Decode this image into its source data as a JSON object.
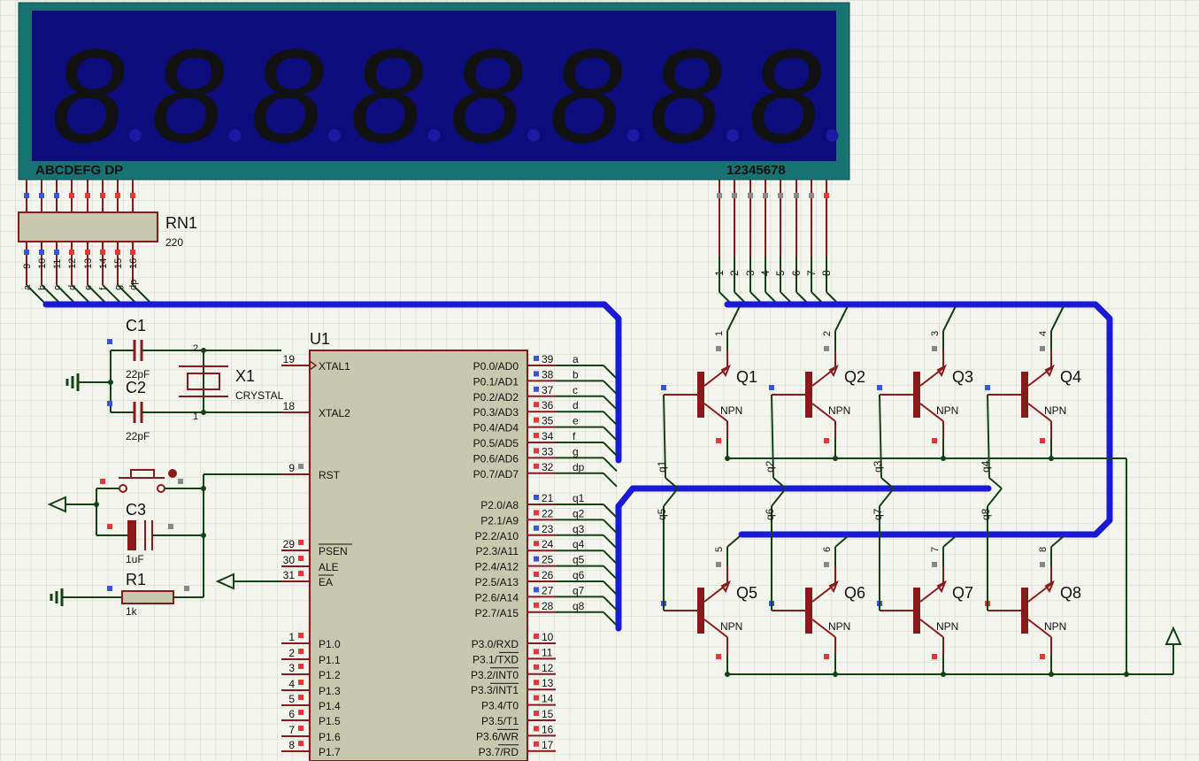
{
  "display": {
    "seg_header": "ABCDEFG  DP",
    "dig_header": "12345678",
    "digits": [
      "8",
      "8",
      "8",
      "8",
      "8",
      "8",
      "8",
      "8"
    ]
  },
  "rn1": {
    "ref": "RN1",
    "value": "220",
    "pins": [
      "9",
      "10",
      "11",
      "12",
      "13",
      "14",
      "15",
      "16"
    ],
    "nets": [
      "a",
      "b",
      "c",
      "d",
      "e",
      "f",
      "g",
      "dp"
    ]
  },
  "c1": {
    "ref": "C1",
    "value": "22pF"
  },
  "c2": {
    "ref": "C2",
    "value": "22pF"
  },
  "x1": {
    "ref": "X1",
    "value": "CRYSTAL",
    "pin_top": "2",
    "pin_bottom": "1"
  },
  "c3": {
    "ref": "C3",
    "value": "1uF"
  },
  "r1": {
    "ref": "R1",
    "value": "1k"
  },
  "u1": {
    "ref": "U1",
    "left_pins": [
      {
        "num": "19",
        "name": "XTAL1"
      },
      {
        "num": "18",
        "name": "XTAL2"
      },
      {
        "num": "9",
        "name": "RST"
      },
      {
        "num": "29",
        "name": "PSEN"
      },
      {
        "num": "30",
        "name": "ALE"
      },
      {
        "num": "31",
        "name": "EA"
      },
      {
        "num": "1",
        "name": "P1.0"
      },
      {
        "num": "2",
        "name": "P1.1"
      },
      {
        "num": "3",
        "name": "P1.2"
      },
      {
        "num": "4",
        "name": "P1.3"
      },
      {
        "num": "5",
        "name": "P1.4"
      },
      {
        "num": "6",
        "name": "P1.5"
      },
      {
        "num": "7",
        "name": "P1.6"
      },
      {
        "num": "8",
        "name": "P1.7"
      }
    ],
    "right_pins": [
      {
        "num": "39",
        "name": "P0.0/AD0",
        "net": "a"
      },
      {
        "num": "38",
        "name": "P0.1/AD1",
        "net": "b"
      },
      {
        "num": "37",
        "name": "P0.2/AD2",
        "net": "c"
      },
      {
        "num": "36",
        "name": "P0.3/AD3",
        "net": "d"
      },
      {
        "num": "35",
        "name": "P0.4/AD4",
        "net": "e"
      },
      {
        "num": "34",
        "name": "P0.5/AD5",
        "net": "f"
      },
      {
        "num": "33",
        "name": "P0.6/AD6",
        "net": "g"
      },
      {
        "num": "32",
        "name": "P0.7/AD7",
        "net": "dp"
      },
      {
        "num": "21",
        "name": "P2.0/A8",
        "net": "q1"
      },
      {
        "num": "22",
        "name": "P2.1/A9",
        "net": "q2"
      },
      {
        "num": "23",
        "name": "P2.2/A10",
        "net": "q3"
      },
      {
        "num": "24",
        "name": "P2.3/A11",
        "net": "q4"
      },
      {
        "num": "25",
        "name": "P2.4/A12",
        "net": "q5"
      },
      {
        "num": "26",
        "name": "P2.5/A13",
        "net": "q6"
      },
      {
        "num": "27",
        "name": "P2.6/A14",
        "net": "q7"
      },
      {
        "num": "28",
        "name": "P2.7/A15",
        "net": "q8"
      },
      {
        "num": "10",
        "name": "P3.0/RXD",
        "net": ""
      },
      {
        "num": "11",
        "name": "P3.1/TXD",
        "net": ""
      },
      {
        "num": "12",
        "name": "P3.2/INT0",
        "net": ""
      },
      {
        "num": "13",
        "name": "P3.3/INT1",
        "net": ""
      },
      {
        "num": "14",
        "name": "P3.4/T0",
        "net": ""
      },
      {
        "num": "15",
        "name": "P3.5/T1",
        "net": ""
      },
      {
        "num": "16",
        "name": "P3.6/WR",
        "net": ""
      },
      {
        "num": "17",
        "name": "P3.7/RD",
        "net": ""
      }
    ]
  },
  "transistors": [
    {
      "ref": "Q1",
      "type": "NPN",
      "base_net": "q1",
      "col_pin": "1"
    },
    {
      "ref": "Q2",
      "type": "NPN",
      "base_net": "q2",
      "col_pin": "2"
    },
    {
      "ref": "Q3",
      "type": "NPN",
      "base_net": "q3",
      "col_pin": "3"
    },
    {
      "ref": "Q4",
      "type": "NPN",
      "base_net": "q4",
      "col_pin": "4"
    },
    {
      "ref": "Q5",
      "type": "NPN",
      "base_net": "q5",
      "col_pin": "5"
    },
    {
      "ref": "Q6",
      "type": "NPN",
      "base_net": "q6",
      "col_pin": "6"
    },
    {
      "ref": "Q7",
      "type": "NPN",
      "base_net": "q7",
      "col_pin": "7"
    },
    {
      "ref": "Q8",
      "type": "NPN",
      "base_net": "q8",
      "col_pin": "8"
    }
  ],
  "digit_pins": [
    "1",
    "2",
    "3",
    "4",
    "5",
    "6",
    "7",
    "8"
  ],
  "colors": {
    "background": "#f5f5ef",
    "grid": "#d4d4c4",
    "wire": "#124312",
    "bus": "#1a1ad6",
    "component": "#8a1a1a",
    "chip_fill": "#c8c8ae",
    "lcd_frame": "#177272",
    "lcd_screen": "#0c0c7c",
    "pin_high": "#ee3333",
    "pin_low": "#3355ee",
    "pin_float": "#888888"
  }
}
